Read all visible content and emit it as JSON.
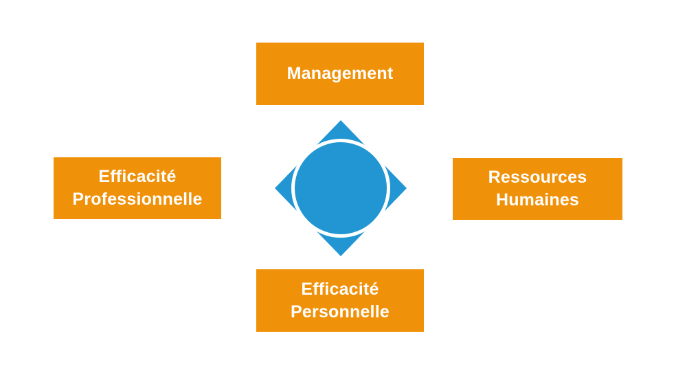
{
  "diagram": {
    "type": "four-quadrant-hub",
    "background_color": "#ffffff",
    "accent_orange": "#ef9109",
    "accent_blue": "#2196d3",
    "text_color": "#ffffff",
    "boxes": [
      {
        "id": "management",
        "position": "top",
        "label": "Management"
      },
      {
        "id": "efficacite-professionnelle",
        "position": "left",
        "label": "Efficacité\nProfessionnelle"
      },
      {
        "id": "ressources-humaines",
        "position": "right",
        "label": "Ressources\nHumaines"
      },
      {
        "id": "efficacite-personnelle",
        "position": "bottom",
        "label": "Efficacité\nPersonnelle"
      }
    ],
    "center": {
      "name": "diamond-circle-emblem",
      "shapes": [
        "diamond",
        "circle"
      ],
      "diamond_color": "#2196d3",
      "circle_color": "#2196d3",
      "ring_gap_color": "#ffffff"
    }
  }
}
